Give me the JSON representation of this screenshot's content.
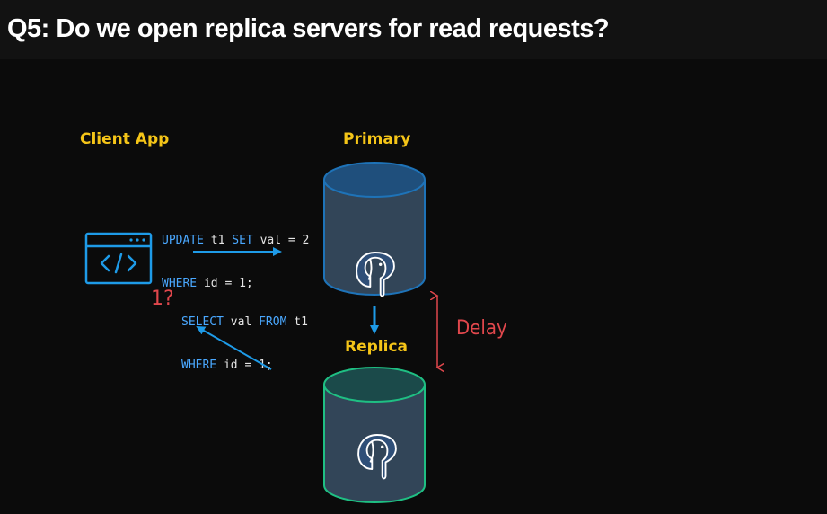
{
  "title": "Q5: Do we open replica servers for read requests?",
  "labels": {
    "client_app": "Client App",
    "primary": "Primary",
    "replica": "Replica",
    "delay": "Delay",
    "question": "1?"
  },
  "queries": {
    "update": {
      "line1": [
        {
          "text": "UPDATE",
          "kw": true
        },
        {
          "text": " t1 ",
          "kw": false
        },
        {
          "text": "SET",
          "kw": true
        },
        {
          "text": " val = 2",
          "kw": false
        }
      ],
      "line2": [
        {
          "text": "WHERE",
          "kw": true
        },
        {
          "text": " id = 1;",
          "kw": false
        }
      ]
    },
    "select": {
      "line1": [
        {
          "text": "SELECT",
          "kw": true
        },
        {
          "text": " val ",
          "kw": false
        },
        {
          "text": "FROM",
          "kw": true
        },
        {
          "text": " t1",
          "kw": false
        }
      ],
      "line2": [
        {
          "text": "WHERE",
          "kw": true
        },
        {
          "text": " id = 1;",
          "kw": false
        }
      ]
    }
  },
  "icons": {
    "client": "code-window-icon",
    "db": "postgres-elephant-icon"
  },
  "colors": {
    "accent_yellow": "#f5c518",
    "keyword_blue": "#4aa8ff",
    "arrow_blue": "#1e9be8",
    "delay_red": "#e0474c",
    "primary_stroke": "#1e73b8",
    "replica_stroke": "#1fbf83"
  }
}
